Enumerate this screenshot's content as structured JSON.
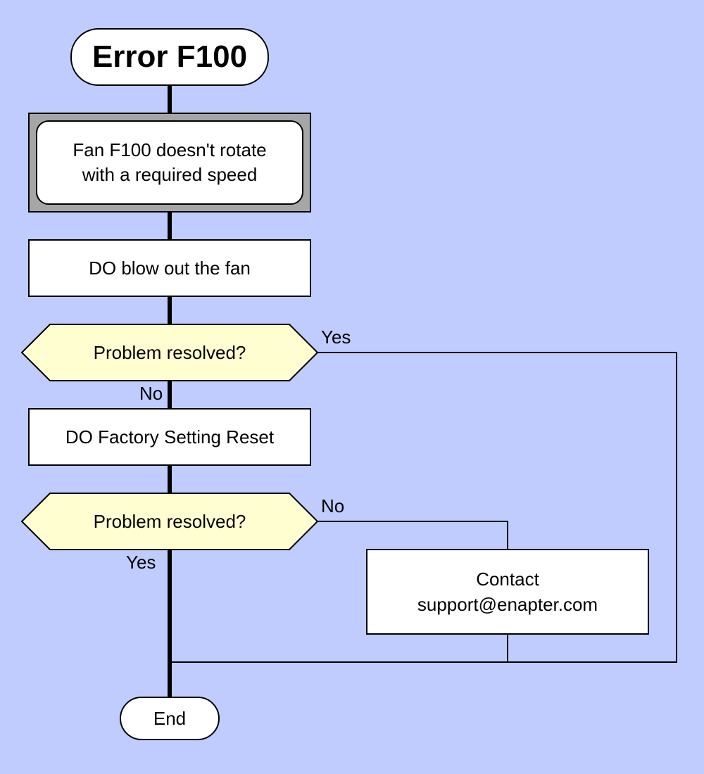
{
  "flowchart": {
    "start": "Error F100",
    "problem": {
      "line1": "Fan F100 doesn't rotate",
      "line2": "with a required speed"
    },
    "step1": "DO blow out the fan",
    "decision1": {
      "question": "Problem resolved?",
      "yes_label": "Yes",
      "no_label": "No"
    },
    "step2": "DO Factory Setting Reset",
    "decision2": {
      "question": "Problem resolved?",
      "yes_label": "Yes",
      "no_label": "No"
    },
    "contact": {
      "line1": "Contact",
      "line2": "support@enapter.com"
    },
    "end": "End"
  },
  "colors": {
    "background": "#bfccfd",
    "box_fill": "#ffffff",
    "decision_fill": "#fefed0",
    "problem_frame": "#a6a6a6",
    "stroke": "#000000"
  }
}
